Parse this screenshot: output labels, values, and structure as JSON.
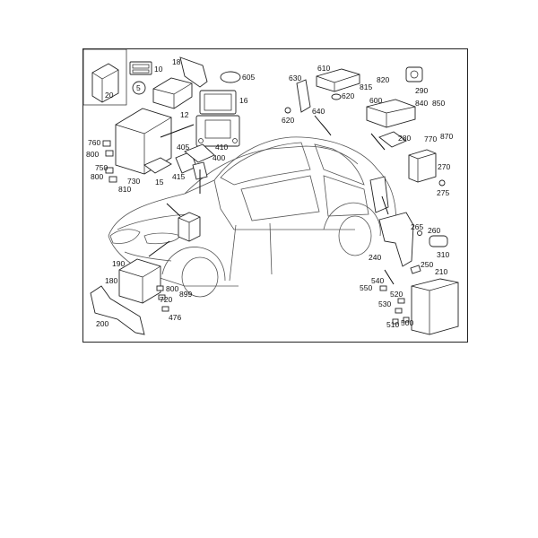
{
  "callouts": [
    {
      "id": "20",
      "text": "20"
    },
    {
      "id": "5",
      "text": "5"
    },
    {
      "id": "10",
      "text": "10"
    },
    {
      "id": "18",
      "text": "18"
    },
    {
      "id": "605",
      "text": "605"
    },
    {
      "id": "12",
      "text": "12"
    },
    {
      "id": "16",
      "text": "16"
    },
    {
      "id": "630",
      "text": "630"
    },
    {
      "id": "610",
      "text": "610"
    },
    {
      "id": "290",
      "text": "290"
    },
    {
      "id": "620a",
      "text": "620"
    },
    {
      "id": "640",
      "text": "640"
    },
    {
      "id": "620b",
      "text": "620"
    },
    {
      "id": "815",
      "text": "815"
    },
    {
      "id": "820",
      "text": "820"
    },
    {
      "id": "600",
      "text": "600"
    },
    {
      "id": "840",
      "text": "840"
    },
    {
      "id": "850",
      "text": "850"
    },
    {
      "id": "280",
      "text": "280"
    },
    {
      "id": "770",
      "text": "770"
    },
    {
      "id": "870",
      "text": "870"
    },
    {
      "id": "270",
      "text": "270"
    },
    {
      "id": "275",
      "text": "275"
    },
    {
      "id": "760",
      "text": "760"
    },
    {
      "id": "800a",
      "text": "800"
    },
    {
      "id": "750",
      "text": "750"
    },
    {
      "id": "800b",
      "text": "800"
    },
    {
      "id": "730",
      "text": "730"
    },
    {
      "id": "810",
      "text": "810"
    },
    {
      "id": "15",
      "text": "15"
    },
    {
      "id": "405",
      "text": "405"
    },
    {
      "id": "410",
      "text": "410"
    },
    {
      "id": "400",
      "text": "400"
    },
    {
      "id": "415",
      "text": "415"
    },
    {
      "id": "190",
      "text": "190"
    },
    {
      "id": "180",
      "text": "180"
    },
    {
      "id": "800c",
      "text": "800"
    },
    {
      "id": "720",
      "text": "720"
    },
    {
      "id": "899",
      "text": "899"
    },
    {
      "id": "476",
      "text": "476"
    },
    {
      "id": "200",
      "text": "200"
    },
    {
      "id": "265",
      "text": "265"
    },
    {
      "id": "260",
      "text": "260"
    },
    {
      "id": "310",
      "text": "310"
    },
    {
      "id": "240",
      "text": "240"
    },
    {
      "id": "250",
      "text": "250"
    },
    {
      "id": "210",
      "text": "210"
    },
    {
      "id": "540",
      "text": "540"
    },
    {
      "id": "550",
      "text": "550"
    },
    {
      "id": "520",
      "text": "520"
    },
    {
      "id": "530",
      "text": "530"
    },
    {
      "id": "510",
      "text": "510"
    },
    {
      "id": "500",
      "text": "500"
    }
  ],
  "colors": {
    "line": "#222222",
    "car_line": "#555555",
    "background": "#ffffff"
  }
}
